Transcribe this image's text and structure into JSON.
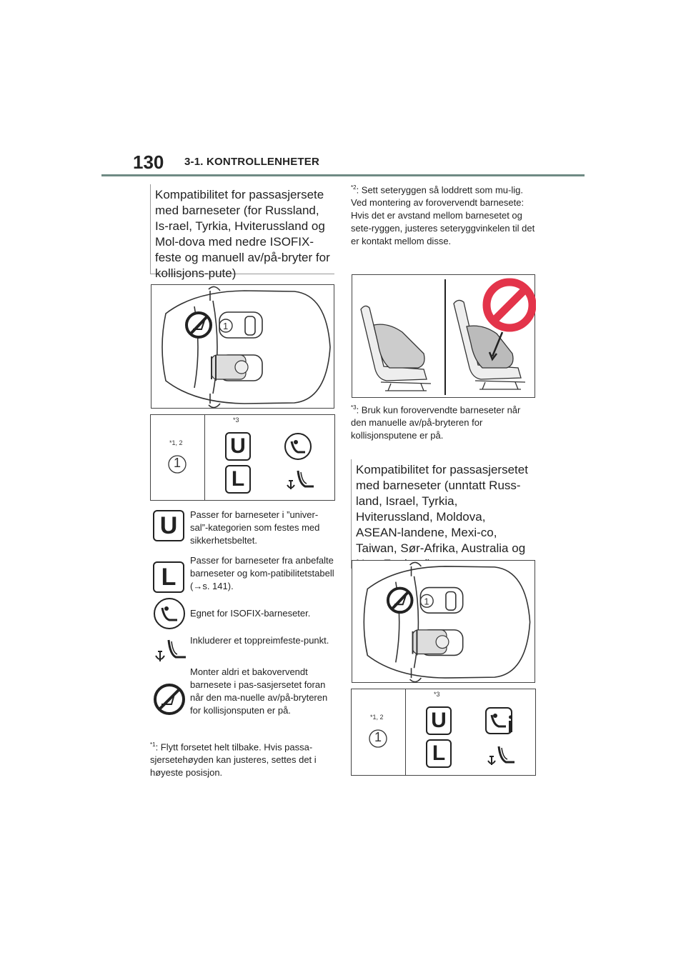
{
  "header": {
    "page_number": "130",
    "chapter": "3-1. KONTROLLENHETER"
  },
  "left": {
    "heading": "Kompatibilitet for passasjersete med barneseter (for Russland, Is-rael, Tyrkia, Hviterussland og Mol-dova med nedre ISOFIX-feste og manuell av/på-bryter for kollisjons-pute)",
    "compat": {
      "label_12": "*1, 2",
      "label_3": "*3",
      "seat_number": "1",
      "u": "U",
      "l": "L"
    },
    "legend": [
      {
        "icon": "universal-u-icon",
        "text": "Passer for barneseter i ”univer-sal”-kategorien som festes med sikkerhetsbeltet."
      },
      {
        "icon": "limited-l-icon",
        "text": "Passer for barneseter fra anbefalte barneseter og kom-patibilitetstabell (→s. 141)."
      },
      {
        "icon": "isofix-seat-icon",
        "text": "Egnet for ISOFIX-barneseter."
      },
      {
        "icon": "top-tether-anchor-icon",
        "text": "Inkluderer et toppreimfeste-punkt."
      },
      {
        "icon": "no-rear-facing-seat-icon",
        "text": "Monter aldri et bakovervendt barnesete i pas-sasjersetet foran når den ma-nuelle av/på-bryteren for kollisjonsputen er på."
      }
    ],
    "note1_mark": "*1",
    "note1": ": Flytt forsetet helt tilbake. Hvis passa-sjersetehøyden kan justeres, settes det i høyeste posisjon."
  },
  "right": {
    "note2_mark": "*2",
    "note2": ": Sett seteryggen så loddrett som mu-lig. Ved montering av forovervendt barnesete: Hvis det er avstand mellom barnesetet og sete-ryggen, justeres seteryggvinkelen til det er kontakt mellom disse.",
    "note3_mark": "*3",
    "note3": ": Bruk kun forovervendte barneseter når den manuelle av/på-bryteren for kollisjonsputene er på.",
    "heading": "Kompatibilitet for passasjersetet med barneseter (unntatt Russ-land, Israel, Tyrkia, Hviterussland, Moldova, ASEAN-landene, Mexi-co, Taiwan, Sør-Afrika, Australia og New Zealand)",
    "compat": {
      "label_12": "*1, 2",
      "label_3": "*3",
      "seat_number": "1",
      "u": "U",
      "l": "L"
    }
  },
  "colors": {
    "rule": "#6f8a84",
    "prohibit": "#e3344a",
    "icon_gray": "#c8c8c8"
  }
}
